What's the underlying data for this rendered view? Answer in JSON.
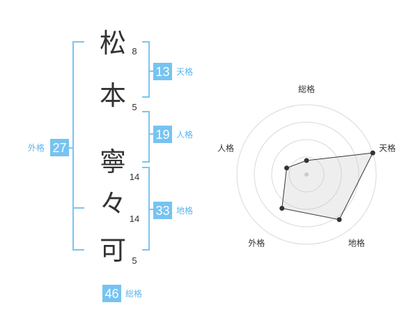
{
  "name": {
    "characters": [
      {
        "char": "松",
        "strokes": "8"
      },
      {
        "char": "本",
        "strokes": "5"
      },
      {
        "char": "寧",
        "strokes": "14"
      },
      {
        "char": "々",
        "strokes": "14"
      },
      {
        "char": "可",
        "strokes": "5"
      }
    ]
  },
  "kaku": {
    "tenkaku": {
      "label": "天格",
      "value": "13"
    },
    "jinkaku": {
      "label": "人格",
      "value": "19"
    },
    "chikaku": {
      "label": "地格",
      "value": "33"
    },
    "gaikaku": {
      "label": "外格",
      "value": "27"
    },
    "soukaku": {
      "label": "総格",
      "value": "46"
    }
  },
  "chart_data": {
    "type": "radar",
    "axes": [
      "総格",
      "天格",
      "地格",
      "外格",
      "人格"
    ],
    "values": [
      0.2,
      1.0,
      0.8,
      0.6,
      0.3
    ],
    "range": [
      0,
      1
    ],
    "rings": 4
  },
  "colors": {
    "accent": "#7cc4f0",
    "box": "#76c3f2",
    "label": "#5bb5ee",
    "text": "#333333"
  }
}
